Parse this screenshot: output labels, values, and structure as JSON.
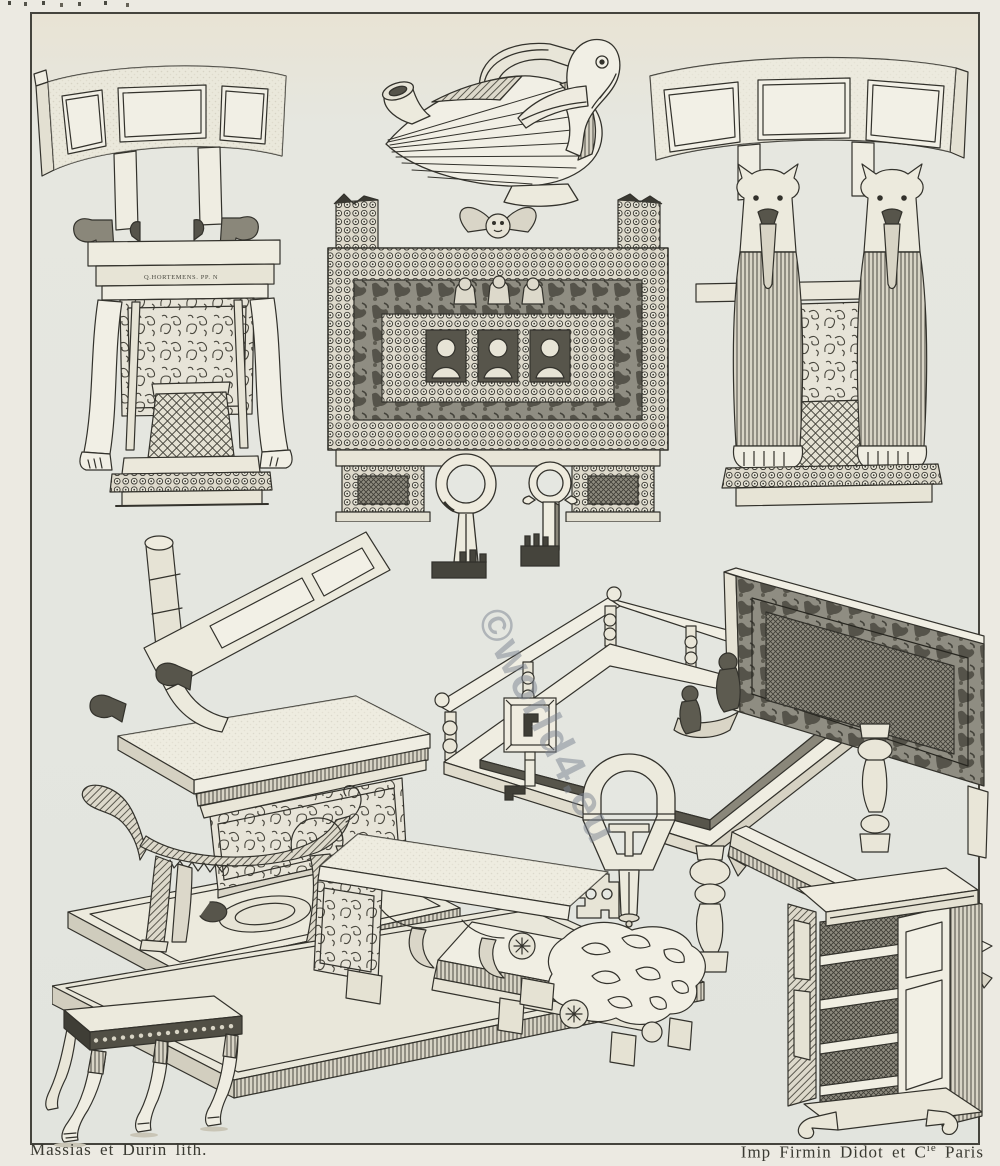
{
  "page": {
    "paper_color": "#eceae2",
    "plate_color": "#e4e6e0",
    "ink_color": "#33322c",
    "watermark": {
      "text": "©world4.eu",
      "color": "#7a828f"
    },
    "captions": {
      "left": "Massias et Durin lith.",
      "right_prefix": "Imp Firmin Didot et C",
      "right_sup": "ie",
      "right_suffix": " Paris"
    },
    "inscription": "Q.HORTEMENS. PP. N",
    "illustrations": [
      "curved-back-throne",
      "duck-askos-vessel",
      "studded-bronze-throne-back",
      "lion-caryatid-throne",
      "bronze-ring-key-large",
      "bronze-ring-key-small",
      "animal-figure-throne",
      "bed-frame-with-headboard",
      "square-bow-key",
      "horseshoe-bow-key",
      "bench-couch-and-platform",
      "open-shelf-cabinet",
      "lion-paw-stool"
    ]
  }
}
